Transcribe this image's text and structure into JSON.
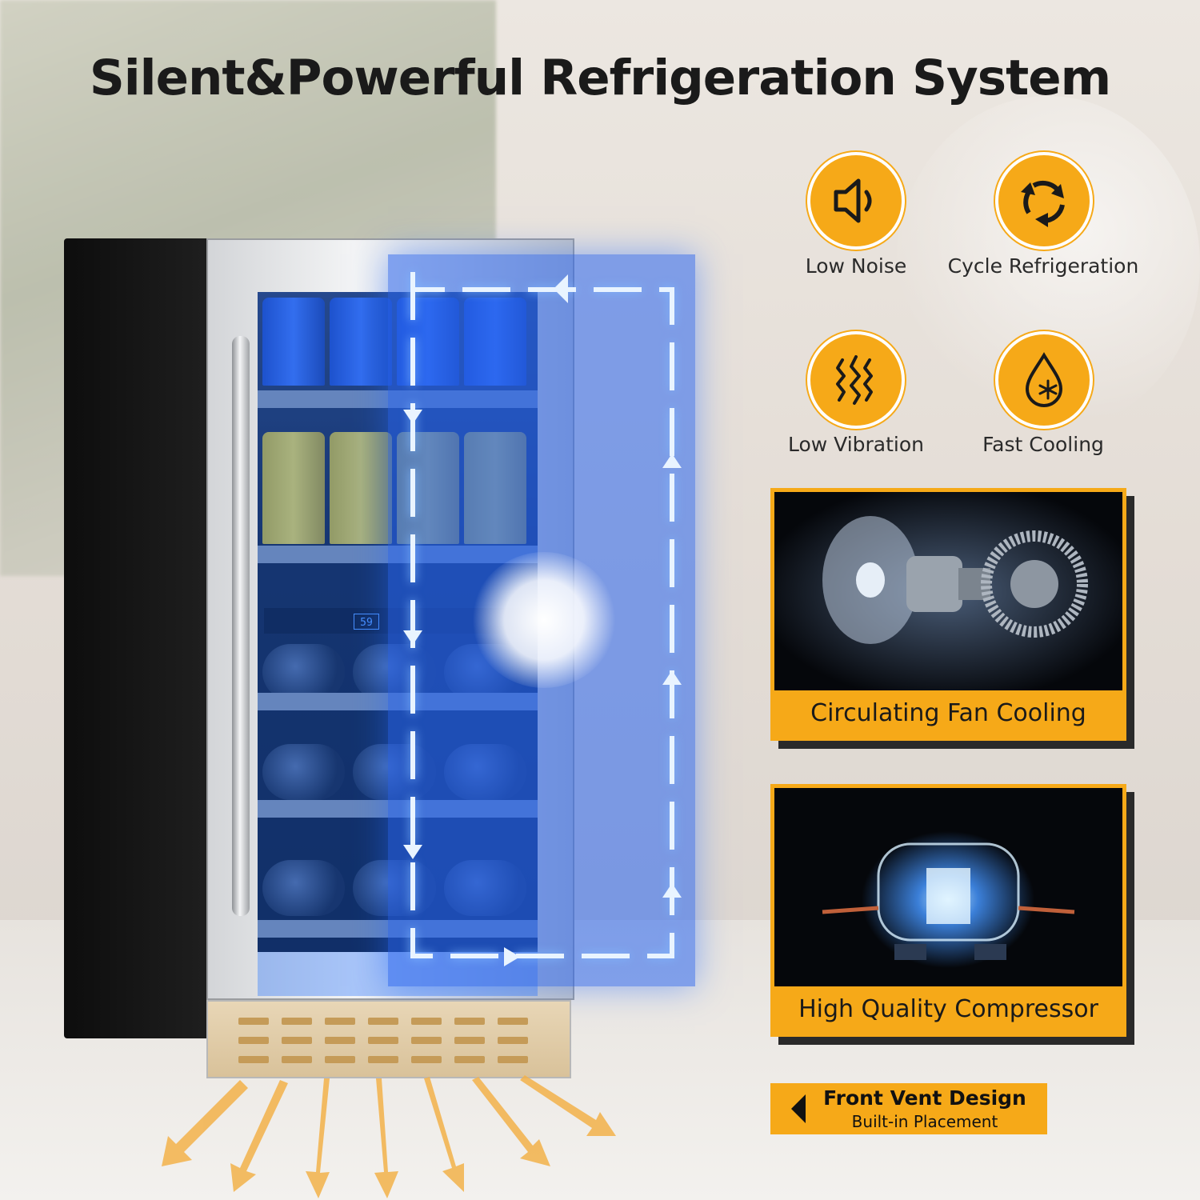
{
  "title": "Silent&Powerful Refrigeration System",
  "features": [
    {
      "icon": "speaker-icon",
      "label": "Low Noise"
    },
    {
      "icon": "cycle-arrows-icon",
      "label": "Cycle Refrigeration"
    },
    {
      "icon": "vibration-icon",
      "label": "Low Vibration"
    },
    {
      "icon": "drop-snowflake-icon",
      "label": "Fast Cooling"
    }
  ],
  "cards": [
    {
      "image": "fan-motor-image",
      "caption": "Circulating Fan Cooling"
    },
    {
      "image": "compressor-image",
      "caption": "High Quality Compressor"
    }
  ],
  "vent_tag": {
    "title": "Front Vent Design",
    "subtitle": "Built-in Placement"
  },
  "fridge_display": {
    "temp": "59"
  },
  "colors": {
    "accent": "#f6a918",
    "airflow": "#2f6cf0",
    "text": "#1a1a1a"
  }
}
